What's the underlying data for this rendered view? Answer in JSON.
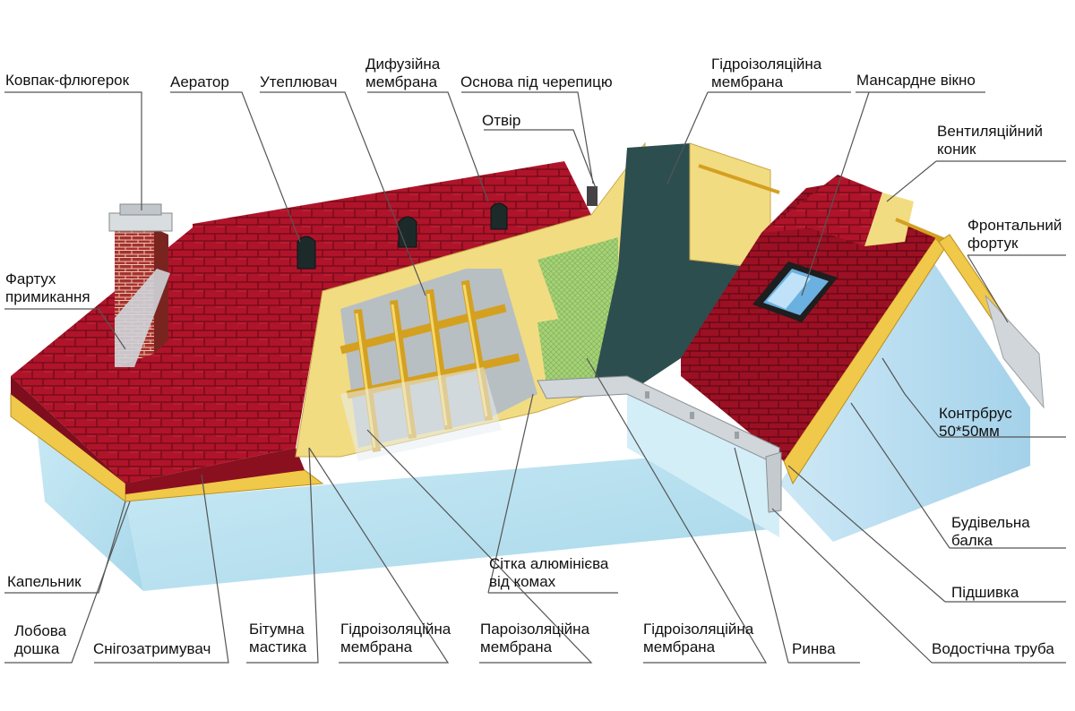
{
  "colors": {
    "roof_red": "#b0142a",
    "roof_dark": "#7e0e1e",
    "wood": "#f0c84a",
    "osb": "#f2dc82",
    "membrane_dark": "#2d4e4e",
    "green_mesh": "#a8d27a",
    "wall": "#bfe3f0",
    "metal": "#d0d6da",
    "brick": "#a8302c",
    "leader": "#555555"
  },
  "labels": {
    "kovpak": [
      "Ковпак-флюгерок"
    ],
    "aerator": [
      "Аератор"
    ],
    "uteplyuvach": [
      "Утеплювач"
    ],
    "dyfuziyna": [
      "Дифузійна",
      "мембрана"
    ],
    "osnova": [
      "Основа під черепицю"
    ],
    "otvir": [
      "Отвір"
    ],
    "gidro_top": [
      "Гідроізоляційна",
      "мембрана"
    ],
    "mansardne": [
      "Мансардне вікно"
    ],
    "vent_konyk": [
      "Вентиляційний",
      "коник"
    ],
    "frontalnyi": [
      "Фронтальний",
      "фортук"
    ],
    "fartukh": [
      "Фартух",
      "примикання"
    ],
    "kontrbrus": [
      "Контрбрус",
      "50*50мм"
    ],
    "budivelna": [
      "Будівельна",
      "балка"
    ],
    "pidshyvka": [
      "Підшивка"
    ],
    "kapelnyk": [
      "Капельник"
    ],
    "lobova": [
      "Лобова",
      "дошка"
    ],
    "snigozatrymuvach": [
      "Снігозатримувач"
    ],
    "bitumna": [
      "Бітумна",
      "мастика"
    ],
    "gidro_b1": [
      "Гідроізоляційна",
      "мембрана"
    ],
    "paroizol": [
      "Пароізоляційна",
      "мембрана"
    ],
    "sitka": [
      "Сітка алюмінієва",
      "від комах"
    ],
    "gidro_b2": [
      "Гідроізоляційна",
      "мембрана"
    ],
    "rynva": [
      "Ринва"
    ],
    "vodostichna": [
      "Водостічна труба"
    ]
  }
}
